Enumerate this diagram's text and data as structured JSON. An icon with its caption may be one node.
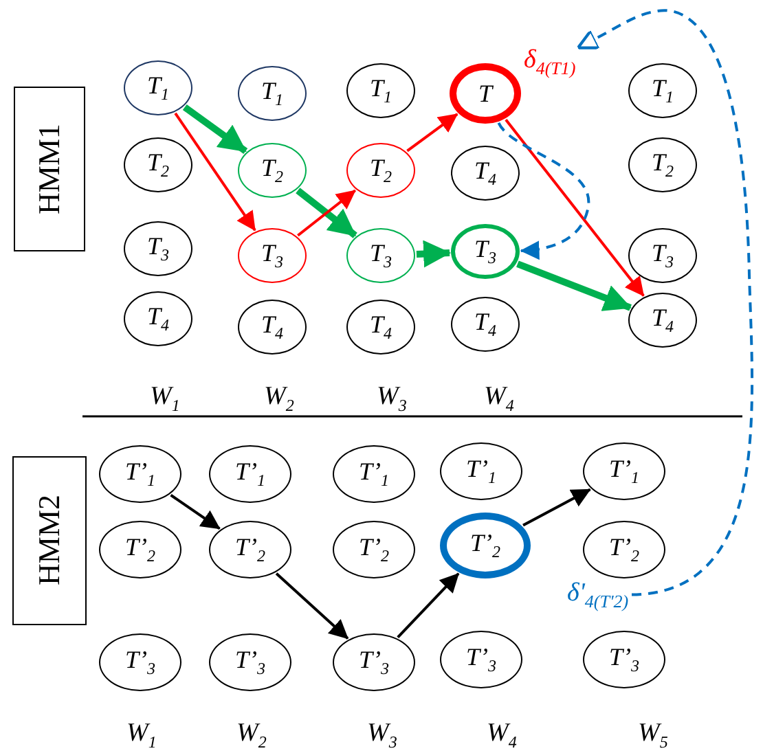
{
  "diagram": {
    "nodes": [
      {
        "text": [
          "HMM1"
        ]
      },
      {
        "text": [
          "T$_{1}$"
        ]
      },
      {
        "text": [
          "T$_{2}$"
        ]
      },
      {
        "text": [
          "T$_{3}$"
        ]
      },
      {
        "text": [
          "T$_{4}$"
        ]
      },
      {
        "text": [
          "T$_{1}$"
        ]
      },
      {
        "text": [
          "T$_{2}$"
        ]
      },
      {
        "text": [
          "T$_{3}$"
        ]
      },
      {
        "text": [
          "T$_{4}$"
        ]
      },
      {
        "text": [
          "T$_{1}$"
        ]
      },
      {
        "text": [
          "T$_{2}$"
        ]
      },
      {
        "text": [
          "T$_{3}$"
        ]
      },
      {
        "text": [
          "T$_{4}$"
        ]
      },
      {
        "text": [
          "T"
        ]
      },
      {
        "text": [
          "T$_{4}$"
        ]
      },
      {
        "text": [
          "T$_{3}$"
        ]
      },
      {
        "text": [
          "T$_{4}$"
        ]
      },
      {
        "text": [
          "T$_{1}$"
        ]
      },
      {
        "text": [
          "T$_{2}$"
        ]
      },
      {
        "text": [
          "T$_{3}$"
        ]
      },
      {
        "text": [
          "T$_{4}$"
        ]
      },
      {
        "text": [
          "HMM2"
        ]
      },
      {
        "text": [
          "T’$_{1}$"
        ]
      },
      {
        "text": [
          "T’$_{2}$"
        ]
      },
      {
        "text": [
          "T’$_{3}$"
        ]
      },
      {
        "text": [
          "T’$_{1}$"
        ]
      },
      {
        "text": [
          "T’$_{2}$"
        ]
      },
      {
        "text": [
          "T’$_{3}$"
        ]
      },
      {
        "text": [
          "T’$_{1}$"
        ]
      },
      {
        "text": [
          "T’$_{2}$"
        ]
      },
      {
        "text": [
          "T’$_{3}$"
        ]
      },
      {
        "text": [
          "T’$_{1}$"
        ]
      },
      {
        "text": [
          "T’$_{2}$"
        ]
      },
      {
        "text": [
          "T’$_{3}$"
        ]
      },
      {
        "text": [
          "T’$_{1}$"
        ]
      },
      {
        "text": [
          "T’$_{2}$"
        ]
      },
      {
        "text": [
          "T’$_{3}$"
        ]
      },
      {
        "text": [
          "δ$_{4(T1)}$"
        ]
      },
      {
        "text": [
          "δ'$_{4(T'2)}$"
        ]
      }
    ],
    "edges": [
      {
        "from": 1,
        "to": 6,
        "arrow": "to",
        "style": "thick",
        "color": "#00b050"
      },
      {
        "from": 6,
        "to": 11,
        "arrow": "to",
        "style": "thick",
        "color": "#00b050"
      },
      {
        "from": 11,
        "to": 15,
        "arrow": "to",
        "style": "thick",
        "color": "#00b050"
      },
      {
        "from": 15,
        "to": 20,
        "arrow": "to",
        "style": "thick",
        "color": "#00b050"
      },
      {
        "from": 1,
        "to": 7,
        "arrow": "to",
        "color": "#ff0000"
      },
      {
        "from": 7,
        "to": 10,
        "arrow": "to",
        "color": "#ff0000"
      },
      {
        "from": 10,
        "to": 13,
        "arrow": "to",
        "color": "#ff0000"
      },
      {
        "from": 13,
        "to": 20,
        "arrow": "to",
        "color": "#ff0000"
      },
      {
        "from": 13,
        "to": 15,
        "arrow": "to",
        "style": "dashed",
        "color": "#0070c0"
      },
      {
        "from": 22,
        "to": 26,
        "arrow": "to",
        "color": "#000000"
      },
      {
        "from": 26,
        "to": 30,
        "arrow": "to",
        "color": "#000000"
      },
      {
        "from": 30,
        "to": 32,
        "arrow": "to",
        "color": "#000000"
      },
      {
        "from": 32,
        "to": 34,
        "arrow": "to",
        "color": "#000000"
      },
      {
        "from": 38,
        "to": 37,
        "arrow": "to",
        "style": "dashed",
        "color": "#0070c0"
      }
    ],
    "labels": [
      "W$_{1}$",
      "W$_{2}$",
      "W$_{3}$",
      "W$_{4}$",
      "W$_{1}$",
      "W$_{2}$",
      "W$_{3}$",
      "W$_{4}$",
      "W$_{5}$"
    ]
  }
}
